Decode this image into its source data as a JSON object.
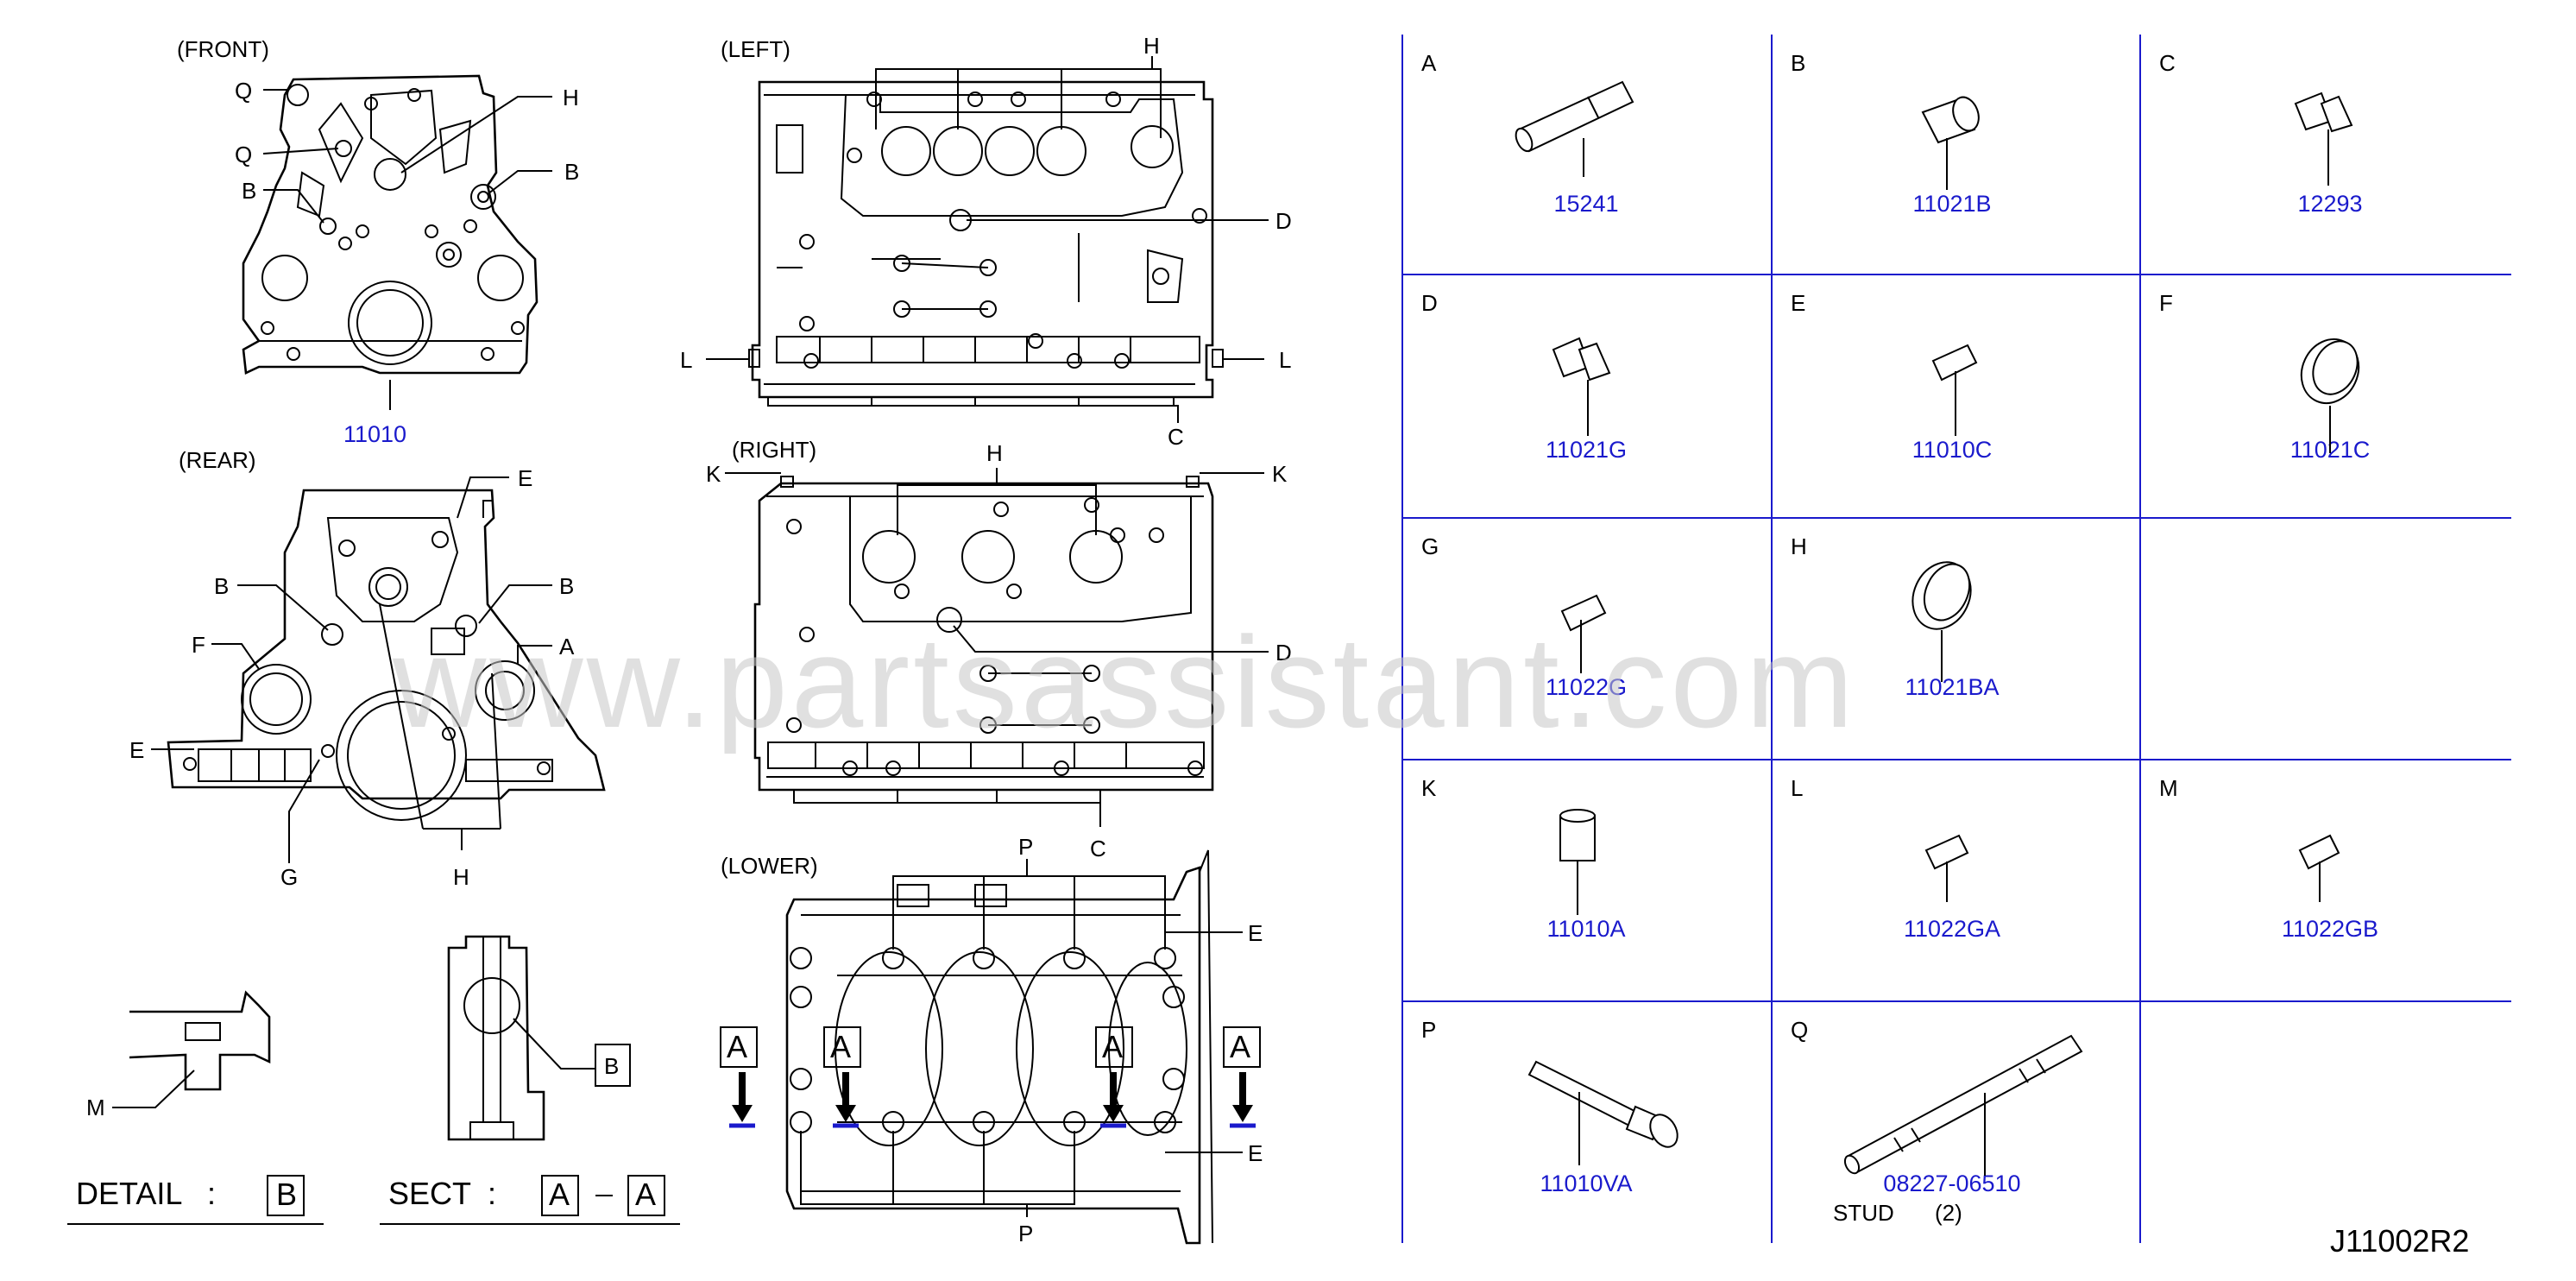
{
  "views": {
    "front": {
      "title": "(FRONT)",
      "part_no": "11010",
      "callouts": {
        "q1": "Q",
        "q2": "Q",
        "h": "H",
        "b1": "B",
        "b2": "B"
      }
    },
    "rear": {
      "title": "(REAR)",
      "callouts": {
        "e1": "E",
        "b1": "B",
        "b2": "B",
        "a": "A",
        "f": "F",
        "e2": "E",
        "g": "G",
        "h": "H"
      }
    },
    "left": {
      "title": "(LEFT)",
      "callouts": {
        "h": "H",
        "d": "D",
        "l1": "L",
        "l2": "L",
        "c": "C"
      }
    },
    "right": {
      "title": "(RIGHT)",
      "callouts": {
        "k1": "K",
        "h": "H",
        "k2": "K",
        "d": "D",
        "c": "C"
      }
    },
    "lower": {
      "title": "(LOWER)",
      "callouts": {
        "p1": "P",
        "e1": "E",
        "e2": "E",
        "p2": "P"
      },
      "section_marks": [
        "A",
        "A",
        "A",
        "A"
      ]
    },
    "detail": {
      "callout_m": "M",
      "callout_b": "B"
    }
  },
  "captions": {
    "detail_label": "DETAIL",
    "detail_colon": ":",
    "detail_ref": "B",
    "sect_label": "SECT",
    "sect_colon": ":",
    "sect_ref_1": "A",
    "sect_ref_2": "A"
  },
  "parts_grid": {
    "cells": [
      {
        "letter": "A",
        "part_no": "15241"
      },
      {
        "letter": "B",
        "part_no": "11021B"
      },
      {
        "letter": "C",
        "part_no": "12293"
      },
      {
        "letter": "D",
        "part_no": "11021G"
      },
      {
        "letter": "E",
        "part_no": "11010C"
      },
      {
        "letter": "F",
        "part_no": "11021C"
      },
      {
        "letter": "G",
        "part_no": "11022G"
      },
      {
        "letter": "H",
        "part_no": "11021BA"
      },
      {
        "letter": "",
        "part_no": ""
      },
      {
        "letter": "K",
        "part_no": "11010A"
      },
      {
        "letter": "L",
        "part_no": "11022GA"
      },
      {
        "letter": "M",
        "part_no": "11022GB"
      },
      {
        "letter": "P",
        "part_no": "11010VA"
      },
      {
        "letter": "Q",
        "part_no": "08227-06510",
        "note": "STUD",
        "qty": "(2)"
      },
      {
        "letter": "",
        "part_no": ""
      }
    ]
  },
  "watermark": "www.partsassistant.com",
  "diagram_code": "J11002R2"
}
